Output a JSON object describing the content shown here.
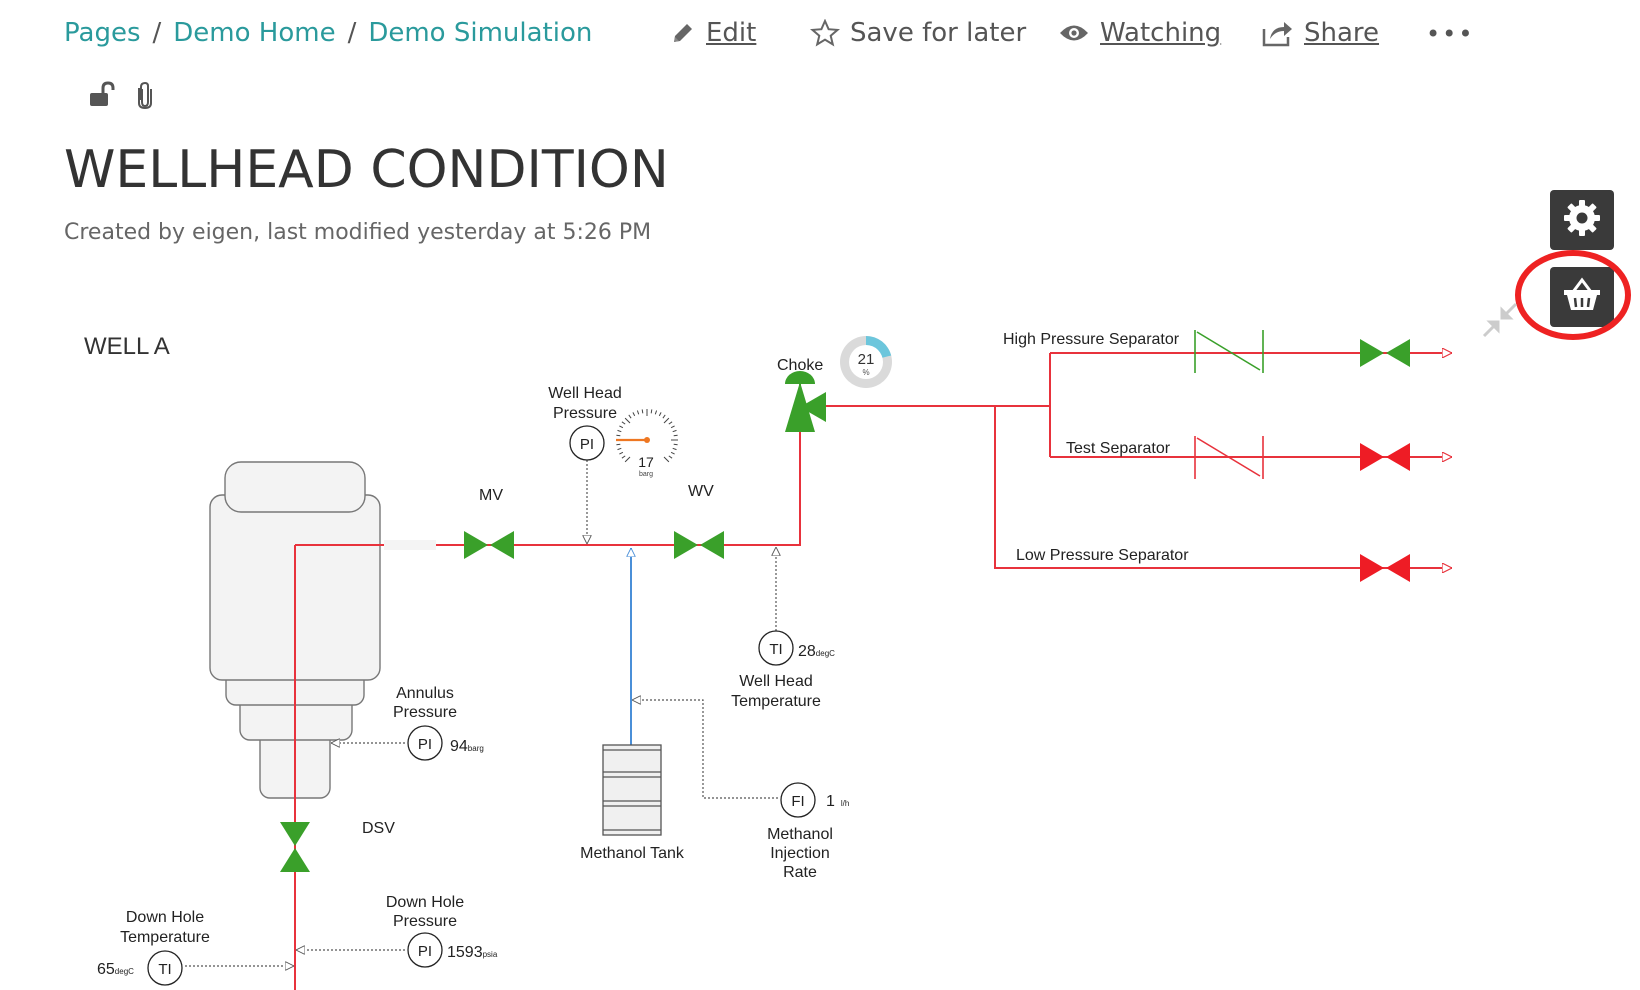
{
  "breadcrumb": [
    "Pages",
    "Demo Home",
    "Demo Simulation"
  ],
  "actions": {
    "edit": "Edit",
    "save": "Save for later",
    "watching": "Watching",
    "share": "Share",
    "more": "•••"
  },
  "page": {
    "title": "WELLHEAD CONDITION",
    "byline": "Created by eigen, last modified yesterday at 5:26 PM"
  },
  "diagram": {
    "well_label": "WELL A",
    "mv": "MV",
    "wv": "WV",
    "dsv": "DSV",
    "choke": "Choke",
    "choke_value": "21",
    "choke_unit": "%",
    "choke_fraction": 0.21,
    "whp_label_1": "Well Head",
    "whp_label_2": "Pressure",
    "whp_tag": "PI",
    "whp_value": "17",
    "whp_unit": "barg",
    "wht_tag": "TI",
    "wht_value": "28",
    "wht_unit": "degC",
    "wht_label_1": "Well Head",
    "wht_label_2": "Temperature",
    "annulus_label_1": "Annulus",
    "annulus_label_2": "Pressure",
    "annulus_tag": "PI",
    "annulus_value": "94",
    "annulus_unit": "barg",
    "methanol_tank": "Methanol Tank",
    "fi_tag": "FI",
    "fi_value": "1",
    "fi_unit": "l/h",
    "fi_label_1": "Methanol",
    "fi_label_2": "Injection",
    "fi_label_3": "Rate",
    "dhp_label_1": "Down Hole",
    "dhp_label_2": "Pressure",
    "dhp_tag": "PI",
    "dhp_value": "1593",
    "dhp_unit": "psia",
    "dht_label_1": "Down Hole",
    "dht_label_2": "Temperature",
    "dht_tag": "TI",
    "dht_value": "65",
    "dht_unit": "degC",
    "hps": "High Pressure Separator",
    "ts": "Test Separator",
    "lps": "Low Pressure Separator"
  },
  "colors": {
    "link": "#2a9a9c",
    "pipe": "#e8323c",
    "valve_open": "#3aa02a",
    "valve_closed": "#ee1c25",
    "injection_line": "#4a8fd8",
    "tool_button": "#3a3a3a",
    "highlight": "#ee2222"
  }
}
